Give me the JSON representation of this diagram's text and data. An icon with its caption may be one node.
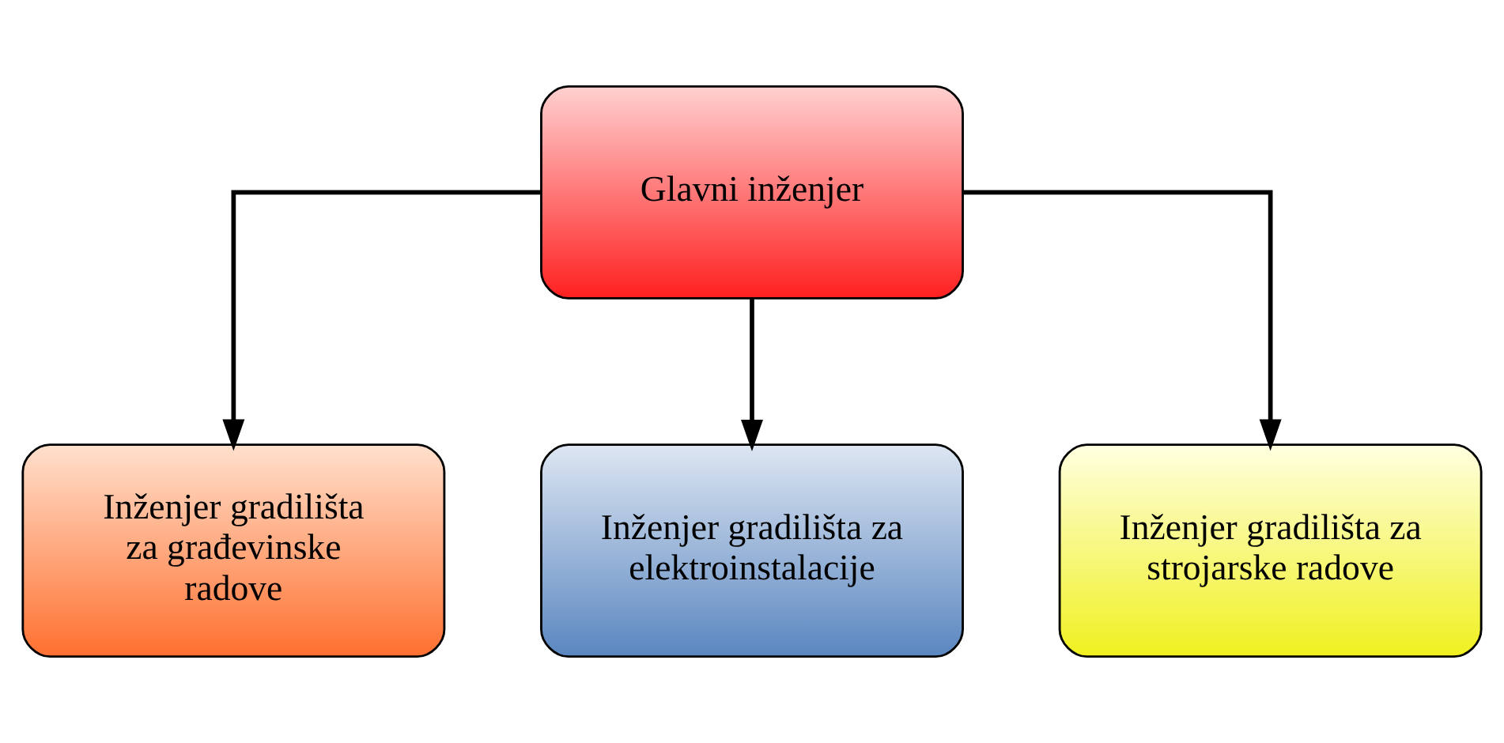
{
  "diagram": {
    "nodes": [
      {
        "text": [
          "Glavni inženjer"
        ]
      },
      {
        "text": [
          "Inženjer gradilišta za građevinske radove"
        ]
      },
      {
        "text": [
          "Inženjer gradilišta za elektroinstalacije"
        ]
      },
      {
        "text": [
          "Inženjer gradilišta za strojarske radove"
        ]
      }
    ],
    "edges": [
      {
        "from": 0,
        "to": 1,
        "arrow": "to"
      },
      {
        "from": 0,
        "to": 2,
        "arrow": "to"
      },
      {
        "from": 0,
        "to": 3,
        "arrow": "to"
      }
    ]
  }
}
